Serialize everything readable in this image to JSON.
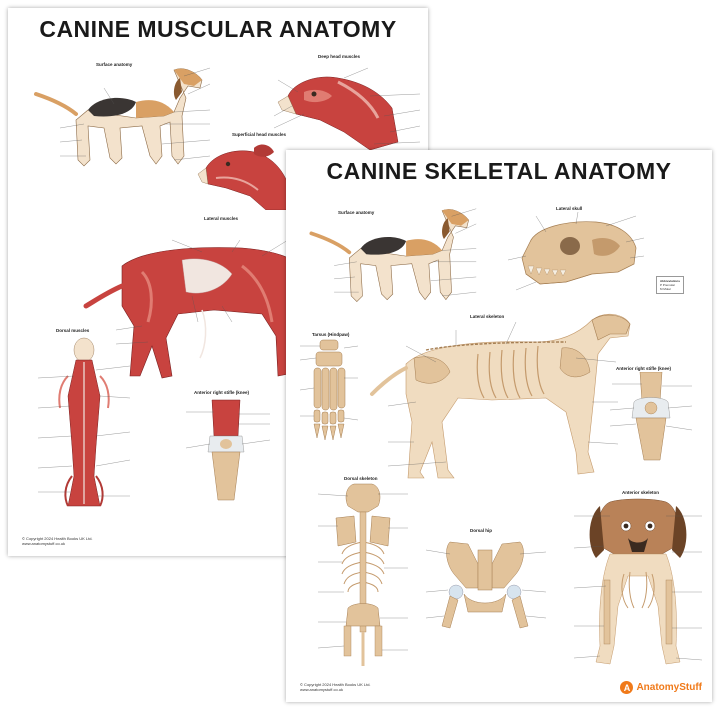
{
  "muscular": {
    "title": "CANINE MUSCULAR ANATOMY",
    "sections": {
      "surface": "Surface anatomy",
      "deep_head": "Deep head muscles",
      "superficial_head": "Superficial head muscles",
      "lateral": "Lateral muscles",
      "dorsal": "Dorsal muscles",
      "stifle": "Anterior right stifle (knee)"
    },
    "copyright": "© Copyright 2024 Health Books UK Ltd.",
    "website": "www.anatomystuff.co.uk"
  },
  "skeletal": {
    "title": "CANINE SKELETAL ANATOMY",
    "sections": {
      "surface": "Surface anatomy",
      "lateral_skull": "Lateral skull",
      "tarsus": "Tarsus (Hindpaw)",
      "lateral_skeleton": "Lateral skeleton",
      "stifle": "Anterior right stifle (knee)",
      "dorsal_skeleton": "Dorsal skeleton",
      "dorsal_hip": "Dorsal hip",
      "anterior_skeleton": "Anterior skeleton"
    },
    "abbreviations": {
      "title": "Abbreviations",
      "p": "P  Premolar",
      "m": "M  Molar"
    },
    "copyright": "© Copyright 2024 Health Books UK Ltd.",
    "website": "www.anatomystuff.co.uk",
    "brand": "AnatomyStuff",
    "brand_initial": "A"
  },
  "colors": {
    "muscle": "#c8433f",
    "muscle_light": "#e07c72",
    "bone": "#e2c39b",
    "bone_dark": "#c49a6c",
    "brand": "#f07a1a",
    "coat_tan": "#d9a064",
    "coat_black": "#3a3533"
  }
}
